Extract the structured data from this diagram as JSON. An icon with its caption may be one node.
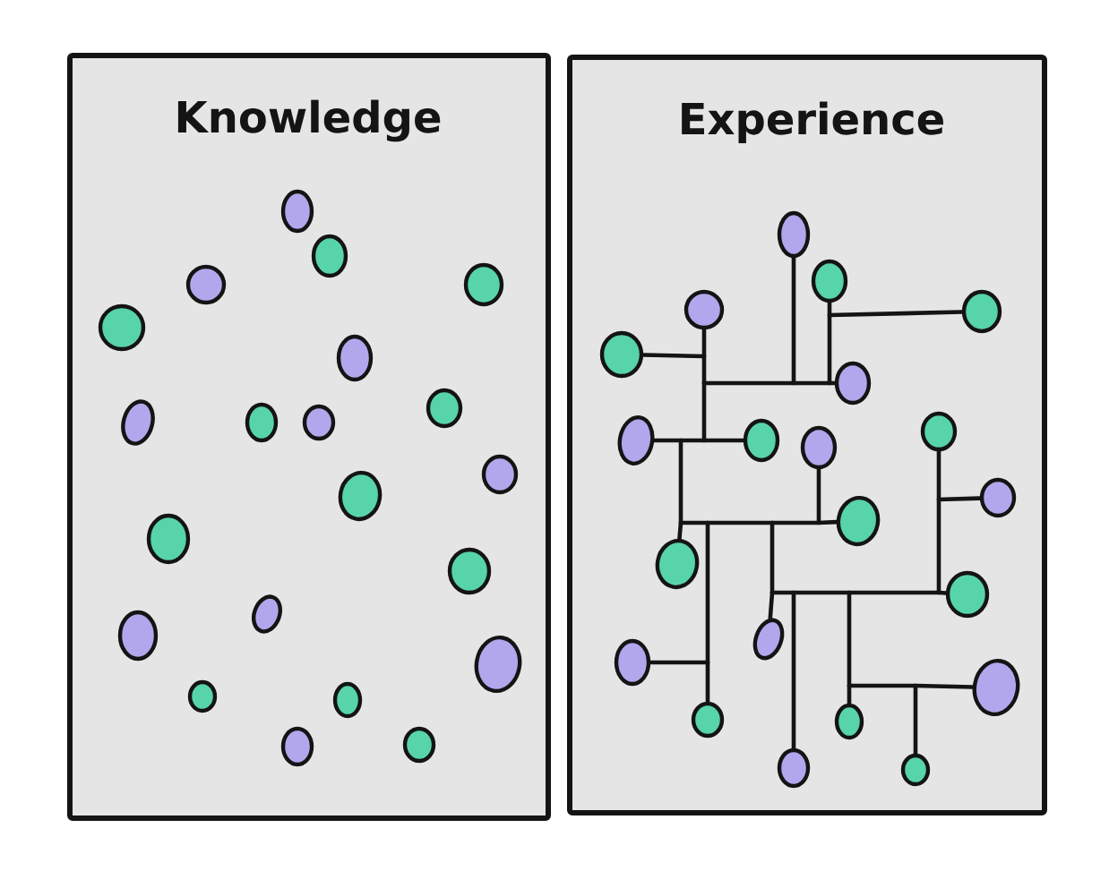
{
  "diagram": {
    "nodes": [
      {
        "text": [
          "Knowledge"
        ]
      },
      {
        "text": [],
        "shape": "circle",
        "in": 0
      },
      {
        "text": [],
        "shape": "circle",
        "in": 0
      },
      {
        "text": [],
        "shape": "circle",
        "in": 0
      },
      {
        "text": [],
        "shape": "circle",
        "in": 0
      },
      {
        "text": [],
        "shape": "circle",
        "in": 0
      },
      {
        "text": [],
        "shape": "circle",
        "in": 0
      },
      {
        "text": [],
        "shape": "circle",
        "in": 0
      },
      {
        "text": [],
        "shape": "circle",
        "in": 0
      },
      {
        "text": [],
        "shape": "circle",
        "in": 0
      },
      {
        "text": [],
        "shape": "circle",
        "in": 0
      },
      {
        "text": [],
        "shape": "circle",
        "in": 0
      },
      {
        "text": [],
        "shape": "circle",
        "in": 0
      },
      {
        "text": [],
        "shape": "circle",
        "in": 0
      },
      {
        "text": [],
        "shape": "circle",
        "in": 0
      },
      {
        "text": [],
        "shape": "circle",
        "in": 0
      },
      {
        "text": [],
        "shape": "circle",
        "in": 0
      },
      {
        "text": [],
        "shape": "circle",
        "in": 0
      },
      {
        "text": [],
        "shape": "circle",
        "in": 0
      },
      {
        "text": [],
        "shape": "circle",
        "in": 0
      },
      {
        "text": [],
        "shape": "circle",
        "in": 0
      },
      {
        "text": [],
        "shape": "circle",
        "in": 0
      },
      {
        "text": [
          "Experience"
        ]
      },
      {
        "text": [],
        "shape": "circle",
        "in": 22
      },
      {
        "text": [],
        "shape": "circle",
        "in": 22
      },
      {
        "text": [],
        "shape": "circle",
        "in": 22
      },
      {
        "text": [],
        "shape": "circle",
        "in": 22
      },
      {
        "text": [],
        "shape": "circle",
        "in": 22
      },
      {
        "text": [],
        "shape": "circle",
        "in": 22
      },
      {
        "text": [],
        "shape": "circle",
        "in": 22
      },
      {
        "text": [],
        "shape": "circle",
        "in": 22
      },
      {
        "text": [],
        "shape": "circle",
        "in": 22
      },
      {
        "text": [],
        "shape": "circle",
        "in": 22
      },
      {
        "text": [],
        "shape": "circle",
        "in": 22
      },
      {
        "text": [],
        "shape": "circle",
        "in": 22
      },
      {
        "text": [],
        "shape": "circle",
        "in": 22
      },
      {
        "text": [],
        "shape": "circle",
        "in": 22
      },
      {
        "text": [],
        "shape": "circle",
        "in": 22
      },
      {
        "text": [],
        "shape": "circle",
        "in": 22
      },
      {
        "text": [],
        "shape": "circle",
        "in": 22
      },
      {
        "text": [],
        "shape": "circle",
        "in": 22
      },
      {
        "text": [],
        "shape": "circle",
        "in": 22
      },
      {
        "text": [],
        "shape": "circle",
        "in": 22
      },
      {
        "text": [],
        "shape": "circle",
        "in": 22
      }
    ],
    "edges": [
      {
        "from": 27,
        "to": 25,
        "arrow": "none"
      },
      {
        "from": 25,
        "to": 30,
        "arrow": "none"
      },
      {
        "from": 30,
        "to": 31,
        "arrow": "none"
      },
      {
        "from": 25,
        "to": 28,
        "arrow": "none"
      },
      {
        "from": 23,
        "to": 28,
        "arrow": "none"
      },
      {
        "from": 24,
        "to": 28,
        "arrow": "none"
      },
      {
        "from": 24,
        "to": 26,
        "arrow": "none"
      },
      {
        "from": 30,
        "to": 35,
        "arrow": "none"
      },
      {
        "from": 35,
        "to": 34,
        "arrow": "none"
      },
      {
        "from": 32,
        "to": 34,
        "arrow": "none"
      },
      {
        "from": 34,
        "to": 40,
        "arrow": "none"
      },
      {
        "from": 38,
        "to": 40,
        "arrow": "none"
      },
      {
        "from": 34,
        "to": 37,
        "arrow": "none"
      },
      {
        "from": 37,
        "to": 36,
        "arrow": "none"
      },
      {
        "from": 29,
        "to": 36,
        "arrow": "none"
      },
      {
        "from": 29,
        "to": 33,
        "arrow": "none"
      },
      {
        "from": 36,
        "to": 42,
        "arrow": "none"
      },
      {
        "from": 36,
        "to": 41,
        "arrow": "none"
      },
      {
        "from": 41,
        "to": 39,
        "arrow": "none"
      },
      {
        "from": 39,
        "to": 43,
        "arrow": "none"
      }
    ]
  }
}
